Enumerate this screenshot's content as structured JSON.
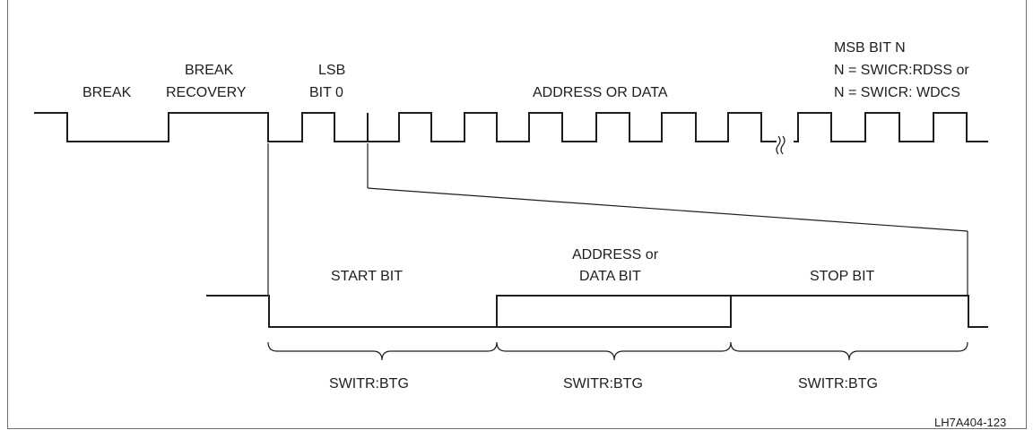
{
  "diagram": {
    "top_labels": {
      "break": "BREAK",
      "break_recovery_line1": "BREAK",
      "break_recovery_line2": "RECOVERY",
      "lsb_line1": "LSB",
      "lsb_line2": "BIT 0",
      "address_or_data": "ADDRESS OR DATA",
      "msb_line1": "MSB BIT N",
      "msb_line2": "N = SWICR:RDSS or",
      "msb_line3": "N = SWICR: WDCS"
    },
    "bottom_labels": {
      "start_bit": "START BIT",
      "address_data_line1": "ADDRESS or",
      "address_data_line2": "DATA BIT",
      "stop_bit": "STOP BIT",
      "timing_1": "SWITR:BTG",
      "timing_2": "SWITR:BTG",
      "timing_3": "SWITR:BTG"
    },
    "figure_id": "LH7A404-123"
  }
}
